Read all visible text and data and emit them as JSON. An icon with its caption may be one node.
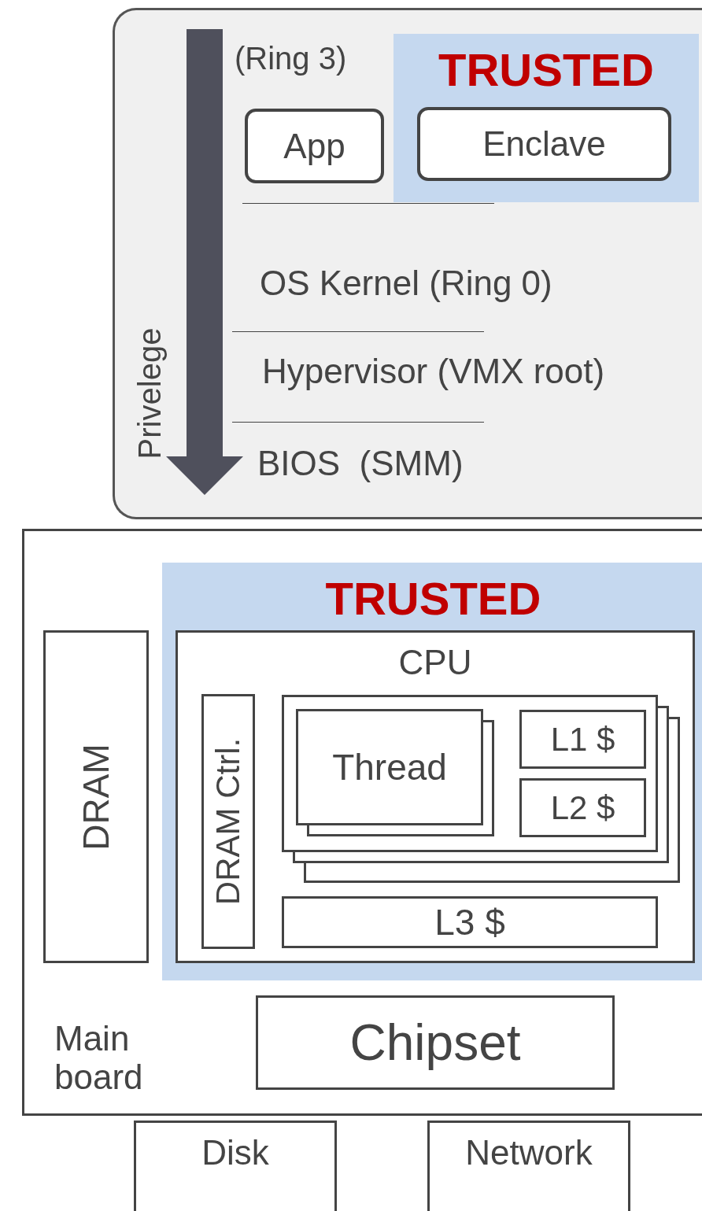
{
  "diagram": {
    "nodes": [
      {
        "text": [],
        "shape": "box"
      },
      {
        "text": [
          "TRUSTED"
        ],
        "in": 0
      },
      {
        "text": [
          "App"
        ],
        "in": 0
      },
      {
        "text": [
          "Enclave"
        ],
        "in": 1
      },
      {
        "text": [
          "Main board"
        ]
      },
      {
        "text": [
          "TRUSTED"
        ],
        "in": 4
      },
      {
        "text": [
          "CPU"
        ],
        "in": 5
      },
      {
        "text": [
          "DRAM Ctrl."
        ],
        "in": 6
      },
      {
        "text": [],
        "shape": "box",
        "in": 6
      },
      {
        "text": [
          "Thread"
        ],
        "in": 8
      },
      {
        "text": [
          "L1 $"
        ],
        "in": 8
      },
      {
        "text": [
          "L2 $"
        ],
        "in": 8
      },
      {
        "text": [
          "L3 $"
        ],
        "in": 6
      },
      {
        "text": [
          "DRAM"
        ],
        "in": 4
      },
      {
        "text": [
          "Chipset"
        ],
        "in": 4
      },
      {
        "text": [
          "Disk"
        ]
      },
      {
        "text": [
          "Network"
        ]
      }
    ],
    "labels": [
      "(Ring 3)",
      "OS Kernel (Ring 0)",
      "Hypervisor (VMX root)",
      "BIOS  (SMM)",
      "Privelege"
    ]
  }
}
